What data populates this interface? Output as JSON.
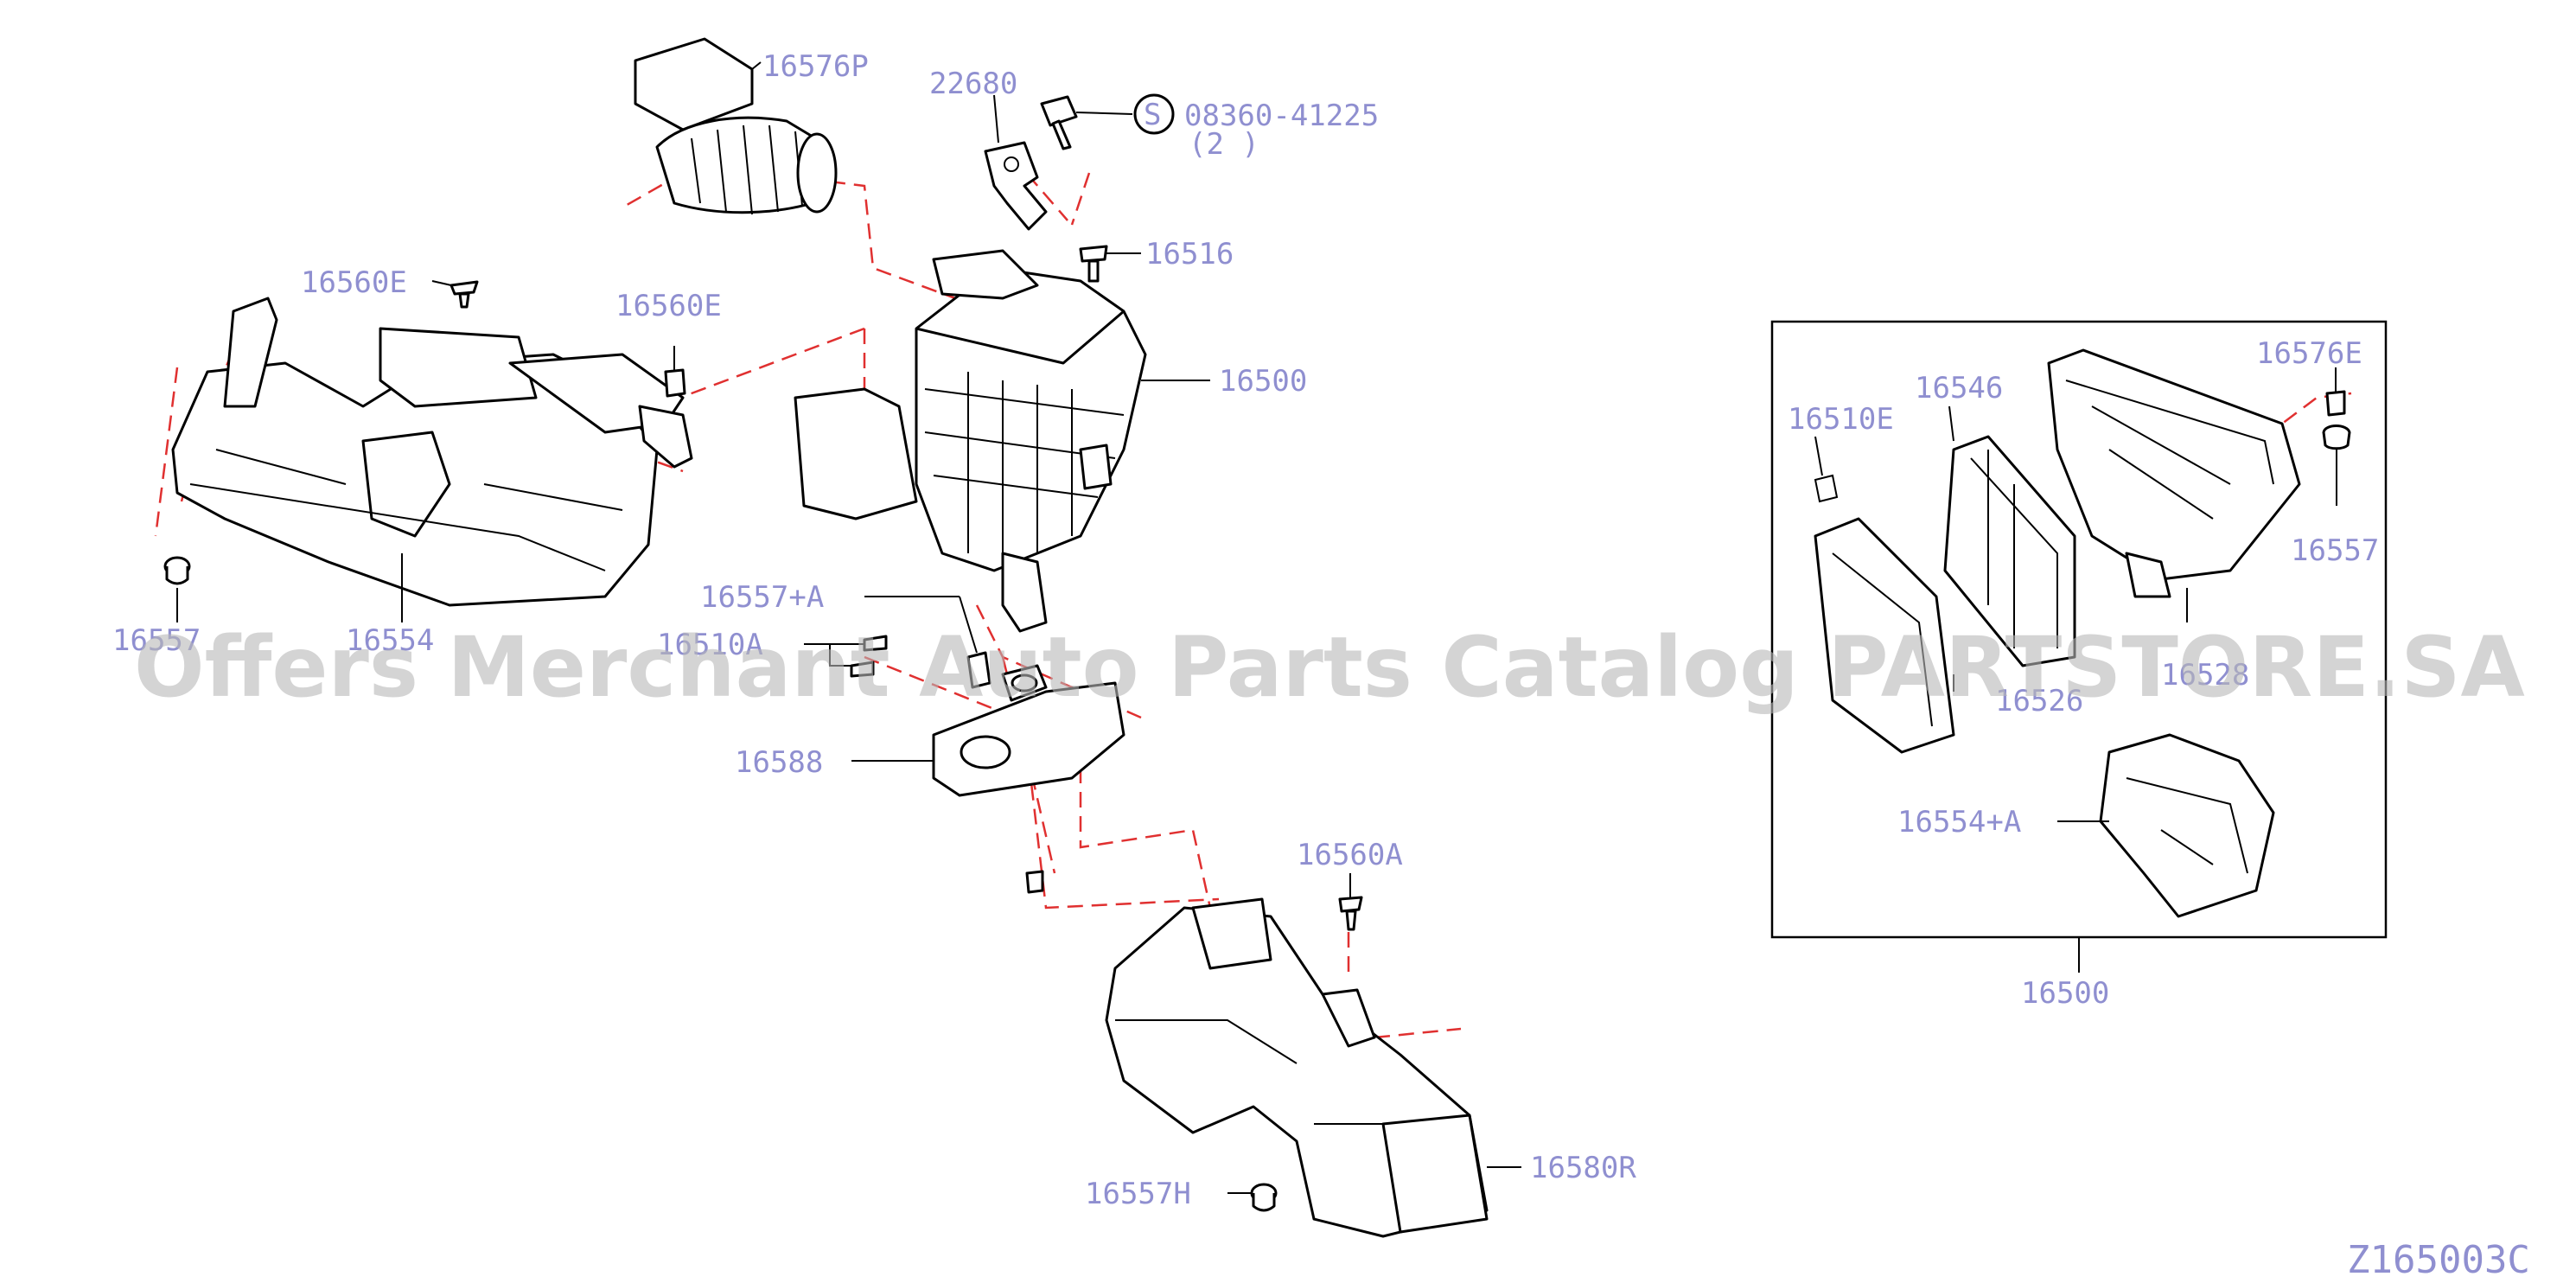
{
  "labels": {
    "p16576P": "16576P",
    "p22680": "22680",
    "p08360": "08360-41225",
    "qty2": "(2 )",
    "s_mark": "S",
    "p16516": "16516",
    "p16500_main": "16500",
    "p16560E_a": "16560E",
    "p16560E_b": "16560E",
    "p16557_left": "16557",
    "p16554": "16554",
    "p16557A": "16557+A",
    "p16510A": "16510A",
    "p16588": "16588",
    "p16560A": "16560A",
    "p16580R": "16580R",
    "p16557H": "16557H",
    "p16546": "16546",
    "p16510E": "16510E",
    "p16576E": "16576E",
    "p16557_box": "16557",
    "p16528": "16528",
    "p16526": "16526",
    "p16554A": "16554+A",
    "p16500_box": "16500"
  },
  "watermark": "Offers Merchant Auto Parts Catalog PARTSTORE.SA",
  "diagram_code": "Z165003C",
  "colors": {
    "label": "#8f8fd0",
    "dash": "#e03030",
    "line": "#000000",
    "watermark": "#b8b8b8"
  }
}
